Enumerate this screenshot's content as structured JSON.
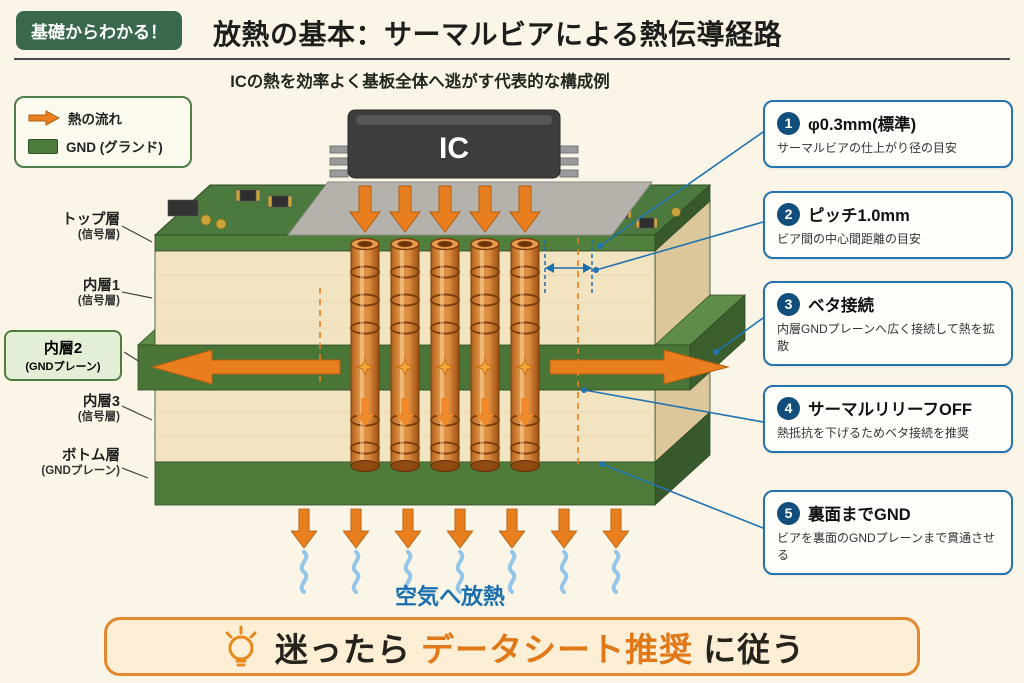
{
  "header": {
    "badge": "基礎からわかる！",
    "title": "放熱の基本：サーマルビアによる熱伝導経路"
  },
  "subtitle": "ICの熱を効率よく基板全体へ逃がす代表的な構成例",
  "legend": {
    "heat_flow_label": "熱の流れ",
    "gnd_label": "GND (グランド)"
  },
  "layer_labels": [
    {
      "name": "トップ層",
      "type": "(信号層)"
    },
    {
      "name": "内層1",
      "type": "(信号層)"
    },
    {
      "name": "内層2",
      "type": "(GNDプレーン)"
    },
    {
      "name": "内層3",
      "type": "(信号層)"
    },
    {
      "name": "ボトム層",
      "type": "(GNDプレーン)"
    }
  ],
  "diagram": {
    "ic_label": "IC",
    "air_label": "空気へ放熱"
  },
  "callouts": [
    {
      "number": "1",
      "title": "φ0.3mm(標準)",
      "description": "サーマルビアの仕上がり径の目安"
    },
    {
      "number": "2",
      "title": "ピッチ1.0mm",
      "description": "ビア間の中心間距離の目安"
    },
    {
      "number": "3",
      "title": "ベタ接続",
      "description": "内層GNDプレーンへ広く接続して熱を拡散"
    },
    {
      "number": "4",
      "title": "サーマルリリーフOFF",
      "description": "熱抵抗を下げるためベタ接続を推奨"
    },
    {
      "number": "5",
      "title": "裏面までGND",
      "description": "ビアを裏面のGNDプレーンまで貫通させる"
    }
  ],
  "footer": {
    "prefix": "迷ったら",
    "highlight": "データシート推奨",
    "suffix": "に従う"
  },
  "colors": {
    "accent_orange": "#E87E1E",
    "board_green": "#4E7C3C",
    "callout_blue": "#2273B0",
    "badge_green": "#3A684C",
    "heat_text_blue": "#1B6FAE",
    "copper": "#C06A20",
    "background_cream": "#FAF5E6"
  }
}
